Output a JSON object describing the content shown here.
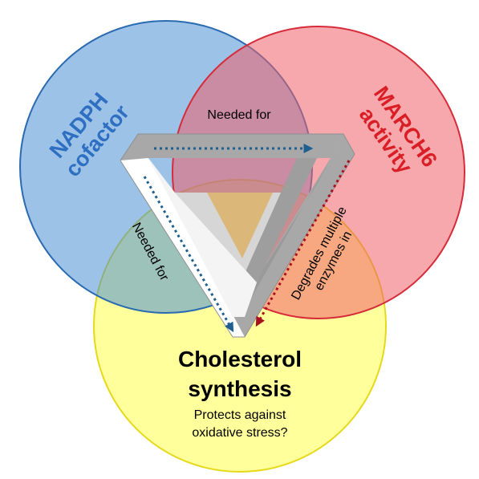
{
  "circles": {
    "nadph": {
      "line1": "NADPH",
      "line2": "cofactor",
      "fill": "#4a8fd4",
      "stroke": "#2a6ab0",
      "text_color": "#2e6fc2"
    },
    "march6": {
      "line1": "MARCH6",
      "line2": "activity",
      "fill": "#f0606a",
      "stroke": "#d62c3a",
      "text_color": "#d91f26"
    },
    "cholesterol": {
      "line1": "Cholesterol",
      "line2": "synthesis",
      "note_line1": "Protects against",
      "note_line2": "oxidative stress?",
      "fill": "#ffff66",
      "stroke": "#e6d81a"
    }
  },
  "relations": {
    "nadph_to_march6": "Needed for",
    "nadph_to_cholesterol": "Needed for",
    "march6_to_cholesterol_line1": "Degrades multiple",
    "march6_to_cholesterol_line2": "enzymes in"
  },
  "arrows": {
    "blue": "#1f5f8f",
    "red": "#a80f1e"
  },
  "triangle": {
    "gray": "#a8a8a8",
    "light": "#d6d6d6",
    "white": "#ffffff"
  }
}
